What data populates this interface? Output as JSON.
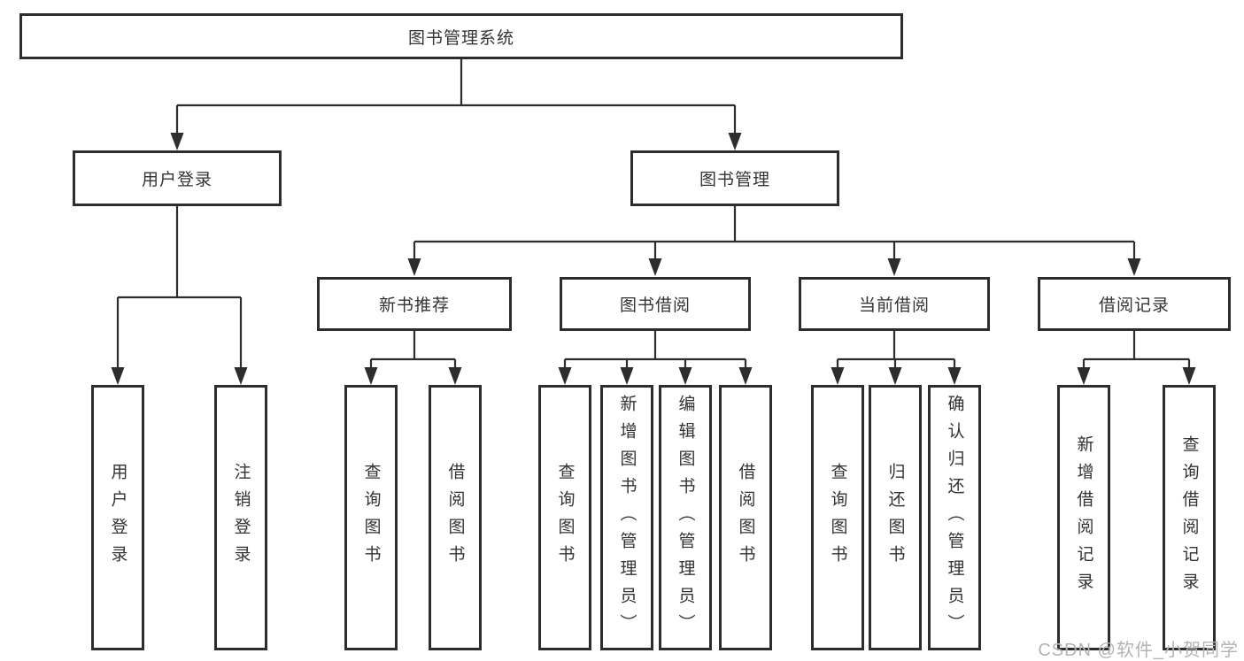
{
  "diagram": {
    "nodes": {
      "root": "图书管理系统",
      "user_login": "用户登录",
      "book_mgmt": "图书管理",
      "new_book_rec": "新书推荐",
      "book_borrow": "图书借阅",
      "current_borrow": "当前借阅",
      "borrow_records": "借阅记录",
      "leaf_user_login": "用户登录",
      "leaf_logout": "注销登录",
      "leaf_query_book_1": "查询图书",
      "leaf_borrow_book_1": "借阅图书",
      "leaf_query_book_2": "查询图书",
      "leaf_add_book_admin": "新增图书（管理员）",
      "leaf_edit_book_admin": "编辑图书（管理员）",
      "leaf_borrow_book_2": "借阅图书",
      "leaf_query_book_3": "查询图书",
      "leaf_return_book": "归还图书",
      "leaf_confirm_return_admin": "确认归还（管理员）",
      "leaf_add_borrow_record": "新增借阅记录",
      "leaf_query_borrow_record": "查询借阅记录"
    },
    "edges": [
      {
        "from": "root",
        "to": [
          "user_login",
          "book_mgmt"
        ]
      },
      {
        "from": "user_login",
        "to": [
          "leaf_user_login",
          "leaf_logout"
        ]
      },
      {
        "from": "book_mgmt",
        "to": [
          "new_book_rec",
          "book_borrow",
          "current_borrow",
          "borrow_records"
        ]
      },
      {
        "from": "new_book_rec",
        "to": [
          "leaf_query_book_1",
          "leaf_borrow_book_1"
        ]
      },
      {
        "from": "book_borrow",
        "to": [
          "leaf_query_book_2",
          "leaf_add_book_admin",
          "leaf_edit_book_admin",
          "leaf_borrow_book_2"
        ]
      },
      {
        "from": "current_borrow",
        "to": [
          "leaf_query_book_3",
          "leaf_return_book",
          "leaf_confirm_return_admin"
        ]
      },
      {
        "from": "borrow_records",
        "to": [
          "leaf_add_borrow_record",
          "leaf_query_borrow_record"
        ]
      }
    ],
    "line_color": "#2d2d2d",
    "text_color": "#333333"
  },
  "watermark": "CSDN @软件_小贺同学"
}
